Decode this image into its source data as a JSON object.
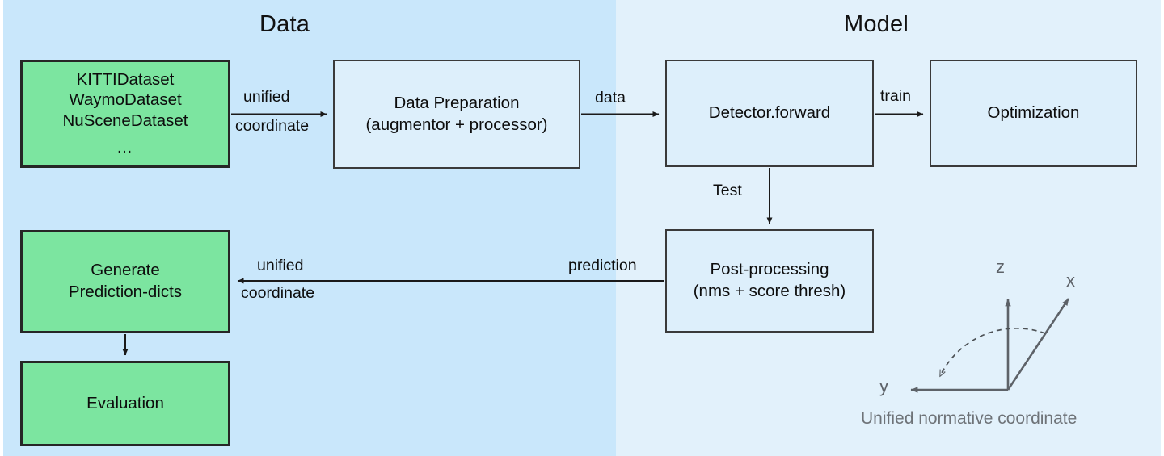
{
  "panels": {
    "data": {
      "title": "Data",
      "bg": "#c9e7fb"
    },
    "model": {
      "title": "Model",
      "bg": "#e2f1fb"
    }
  },
  "nodes": {
    "datasets": {
      "line1": "KITTIDataset",
      "line2": "WaymoDataset",
      "line3": "NuSceneDataset",
      "line4": "…",
      "fill": "#7ce5a0"
    },
    "data_preparation": {
      "line1": "Data Preparation",
      "line2": "(augmentor + processor)",
      "fill": "#ddeffb"
    },
    "detector": {
      "line1": "Detector.forward",
      "fill": "#ddeffb"
    },
    "optimization": {
      "line1": "Optimization",
      "fill": "#ddeffb"
    },
    "post_processing": {
      "line1": "Post-processing",
      "line2": "(nms + score thresh)",
      "fill": "#ddeffb"
    },
    "generate": {
      "line1": "Generate",
      "line2": "Prediction-dicts",
      "fill": "#7ce5a0"
    },
    "evaluation": {
      "line1": "Evaluation",
      "fill": "#7ce5a0"
    }
  },
  "edges": {
    "unified_coordinate_top_1": "unified",
    "unified_coordinate_top_2": "coordinate",
    "data": "data",
    "train": "train",
    "test": "Test",
    "prediction": "prediction",
    "unified_coordinate_bottom_1": "unified",
    "unified_coordinate_bottom_2": "coordinate"
  },
  "axes": {
    "z": "z",
    "x": "x",
    "y": "y",
    "caption": "Unified normative coordinate",
    "color": "#5d6268"
  }
}
